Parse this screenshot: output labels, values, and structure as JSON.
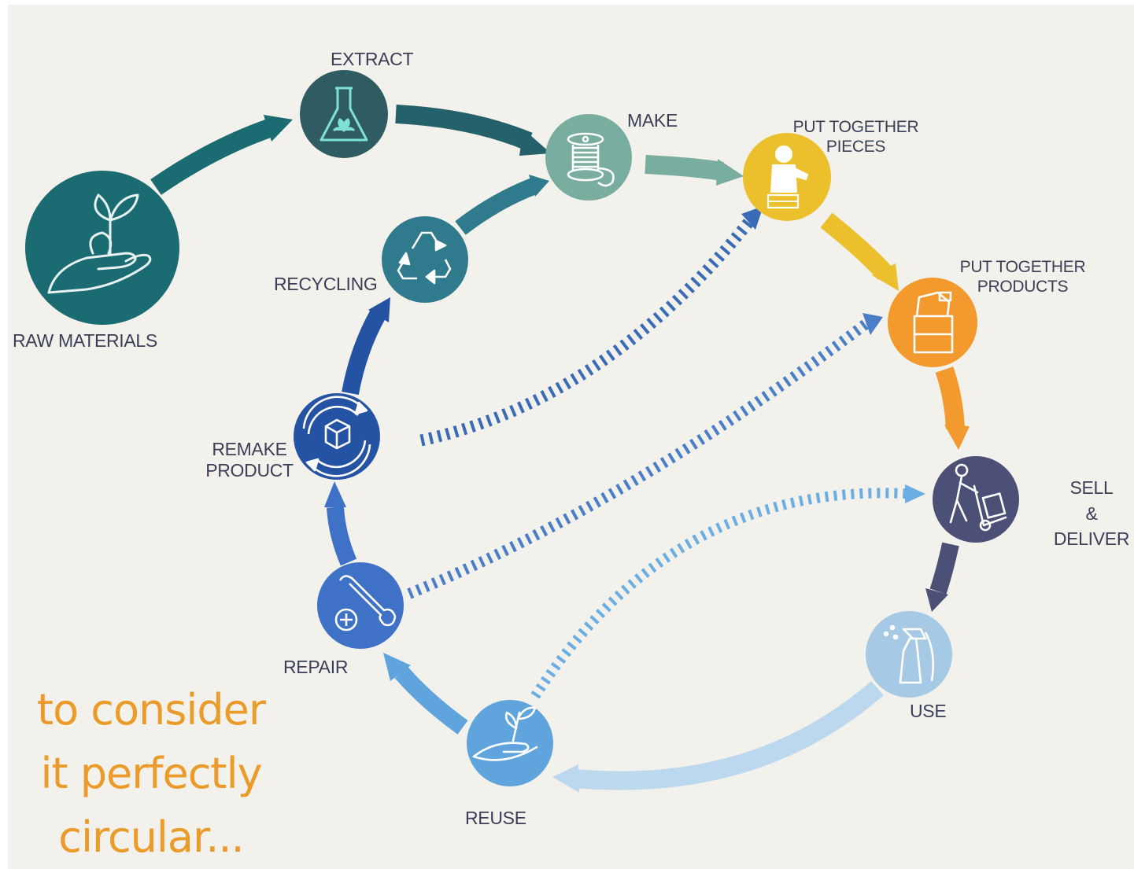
{
  "nodes": {
    "raw_materials": {
      "label": "RAW MATERIALS",
      "color": "#1b6b72",
      "icon": "hand-sprout-icon"
    },
    "extract": {
      "label": "EXTRACT",
      "color": "#2e5c62",
      "icon": "flask-icon"
    },
    "make": {
      "label": "MAKE",
      "color": "#79ad9f",
      "icon": "thread-spool-icon"
    },
    "put_together_pieces": {
      "label_line1": "PUT TOGETHER",
      "label_line2": "PIECES",
      "color": "#ecbf2c",
      "icon": "worker-icon"
    },
    "put_together_products": {
      "label_line1": "PUT TOGETHER",
      "label_line2": "PRODUCTS",
      "color": "#f29a2e",
      "icon": "boxes-icon"
    },
    "sell_deliver": {
      "label_line1": "SELL",
      "label_line2": "&",
      "label_line3": "DELIVER",
      "color": "#4c5076",
      "icon": "hand-truck-icon"
    },
    "use": {
      "label": "USE",
      "color": "#a6c9e6",
      "icon": "spray-bottle-icon"
    },
    "reuse": {
      "label": "REUSE",
      "color": "#5fa4dc",
      "icon": "hand-plant-icon"
    },
    "repair": {
      "label": "REPAIR",
      "color": "#3f72c6",
      "icon": "wrench-icon"
    },
    "remake_product": {
      "label_line1": "REMAKE",
      "label_line2": "PRODUCT",
      "color": "#2553a3",
      "icon": "box-cycle-icon"
    },
    "recycling": {
      "label": "RECYCLING",
      "color": "#2f7b8d",
      "icon": "recycle-icon"
    }
  },
  "tagline": {
    "line1": "to consider",
    "line2": "it perfectly",
    "line3": "circular..."
  }
}
